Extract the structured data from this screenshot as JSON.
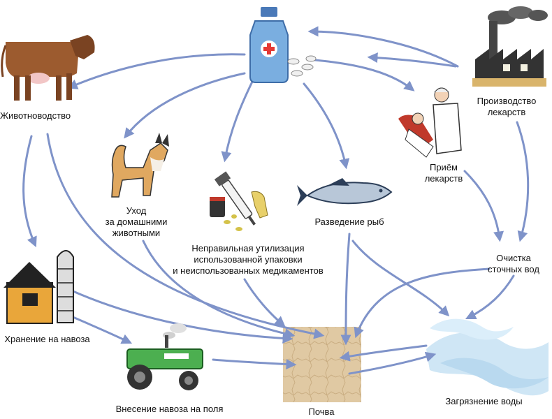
{
  "nodes": {
    "livestock": "Животноводство",
    "pets": "Уход\nза домашними\nживотными",
    "disposal": "Неправильная утилизация\nиспользованной упаковки\nи неиспользованных медикаментов",
    "fish": "Разведение рыб",
    "intake": "Приём\nлекарств",
    "production": "Производство\nлекарств",
    "wastewater": "Очистка\nсточных вод",
    "manure_storage": "Хранение на навоза",
    "manure_fields": "Внесение навоза на поля",
    "soil": "Почва",
    "water_pollution": "Загрязнение воды"
  },
  "colors": {
    "arrow": "#7f93c9",
    "barn": "#e9a63a",
    "tractor": "#4caf50",
    "bottle": "#7aaee0",
    "cross": "#e53935",
    "soil": "#e0c9a3",
    "water": "#cfe6f5"
  },
  "icons": [
    "cow-icon",
    "medicine-bottle-icon",
    "factory-icon",
    "dog-icon",
    "syringe-pills-icon",
    "fish-icon",
    "doctor-patient-icon",
    "barn-icon",
    "tractor-icon",
    "soil-icon",
    "water-icon"
  ]
}
